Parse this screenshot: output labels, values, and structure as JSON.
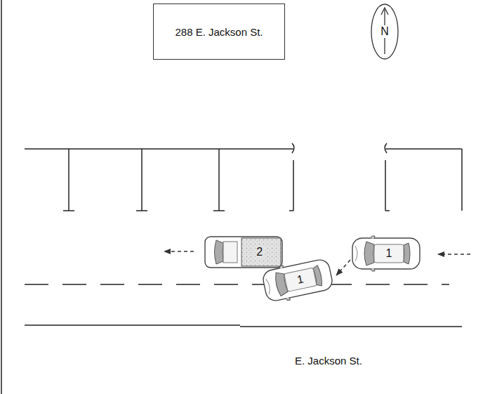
{
  "diagram": {
    "nodes": [
      {
        "text": [
          "288 E. Jackson St."
        ]
      },
      {
        "text": [
          "N"
        ]
      },
      {
        "text": [
          "2"
        ]
      },
      {
        "text": [
          "1"
        ]
      },
      {
        "text": [
          "1"
        ]
      }
    ],
    "edges": [
      {
        "from": 3,
        "to": 4,
        "arrow": "to"
      }
    ],
    "labels": [
      "E. Jackson St."
    ]
  }
}
